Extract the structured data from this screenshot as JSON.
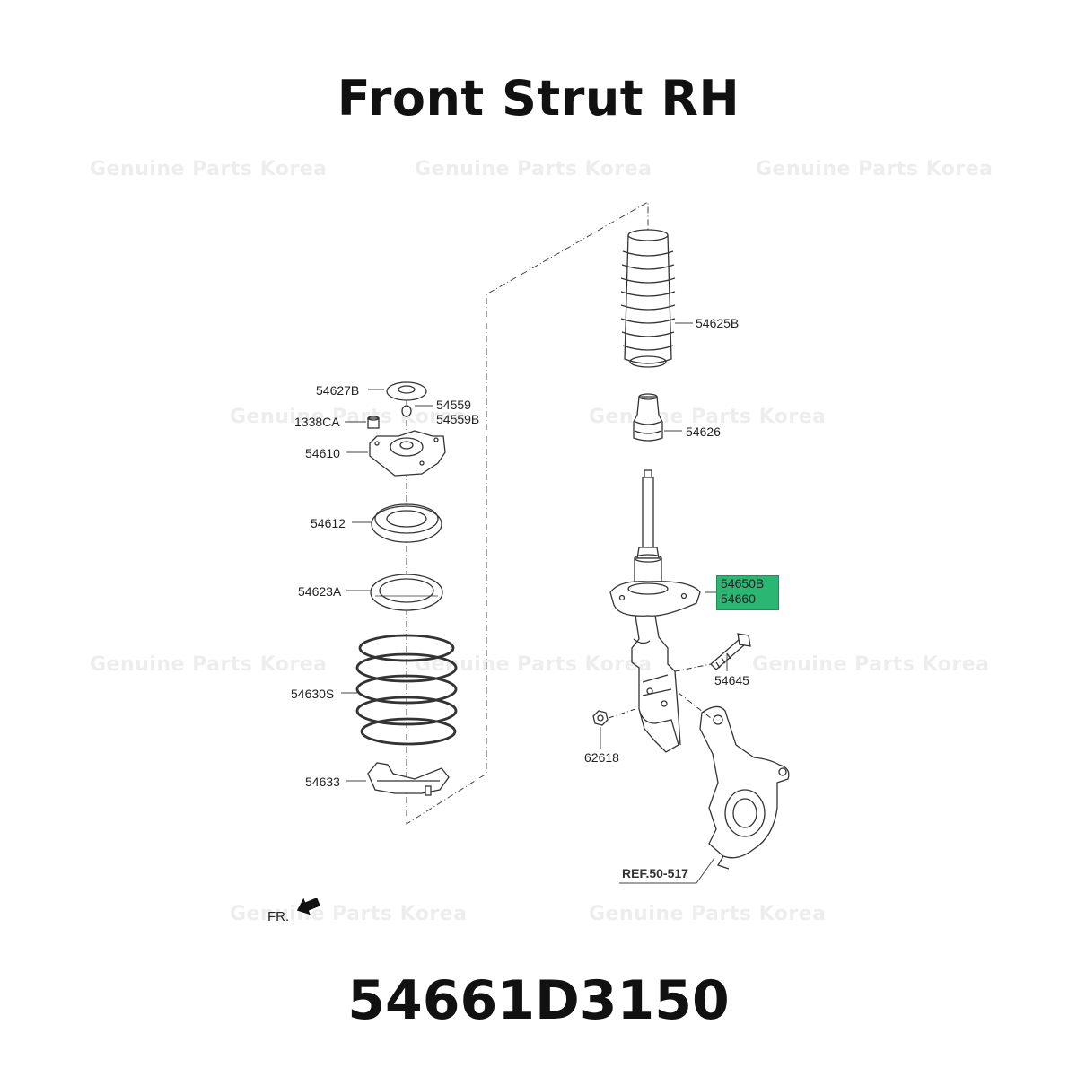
{
  "title": "Front Strut RH",
  "part_number": "54661D3150",
  "watermark": "Genuine Parts Korea",
  "highlight_color": "#2bb673",
  "labels": {
    "p54625B": "54625B",
    "p54626": "54626",
    "p54627B": "54627B",
    "p54559": "54559",
    "p54559B": "54559B",
    "p1338CA": "1338CA",
    "p54610": "54610",
    "p54612": "54612",
    "p54623A": "54623A",
    "p54630S": "54630S",
    "p54633": "54633",
    "p54650B": "54650B",
    "p54660": "54660",
    "p54645": "54645",
    "p62618": "62618",
    "ref": "REF.50-517",
    "front": "FR."
  }
}
